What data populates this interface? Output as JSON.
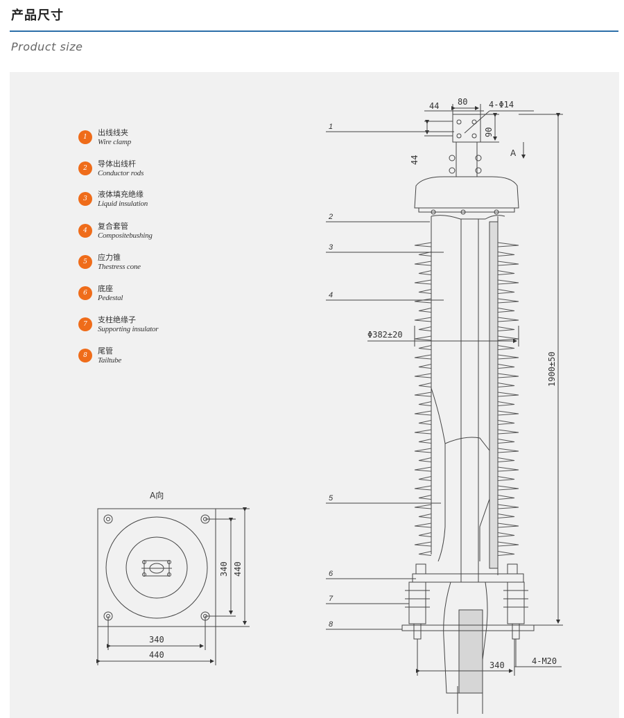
{
  "header": {
    "title": "产品尺寸",
    "subtitle": "Product size"
  },
  "legend": [
    {
      "num": "1",
      "cn": "出线线夹",
      "en": "Wire clamp"
    },
    {
      "num": "2",
      "cn": "导体出线杆",
      "en": "Conductor rods"
    },
    {
      "num": "3",
      "cn": "液体填充绝缘",
      "en": "Liquid insulation"
    },
    {
      "num": "4",
      "cn": "复合套管",
      "en": "Compositebushing"
    },
    {
      "num": "5",
      "cn": "应力锥",
      "en": "Thestress cone"
    },
    {
      "num": "6",
      "cn": "底座",
      "en": "Pedestal"
    },
    {
      "num": "7",
      "cn": "支柱绝缘子",
      "en": "Supporting insulator"
    },
    {
      "num": "8",
      "cn": "尾管",
      "en": "Tailtube"
    }
  ],
  "diagram": {
    "view_label": "A向",
    "arrow_label": "A",
    "dims": {
      "top_w1": "44",
      "top_w2": "80",
      "holes": "4-Φ14",
      "top_h": "90",
      "side_44": "44",
      "diameter": "Φ382±20",
      "height": "1900±50",
      "base_w": "340",
      "bolts": "4-M20",
      "plan_inner_w": "340",
      "plan_outer_w": "440",
      "plan_inner_h": "340",
      "plan_outer_h": "440"
    },
    "callouts": [
      "1",
      "2",
      "3",
      "4",
      "5",
      "6",
      "7",
      "8"
    ]
  }
}
